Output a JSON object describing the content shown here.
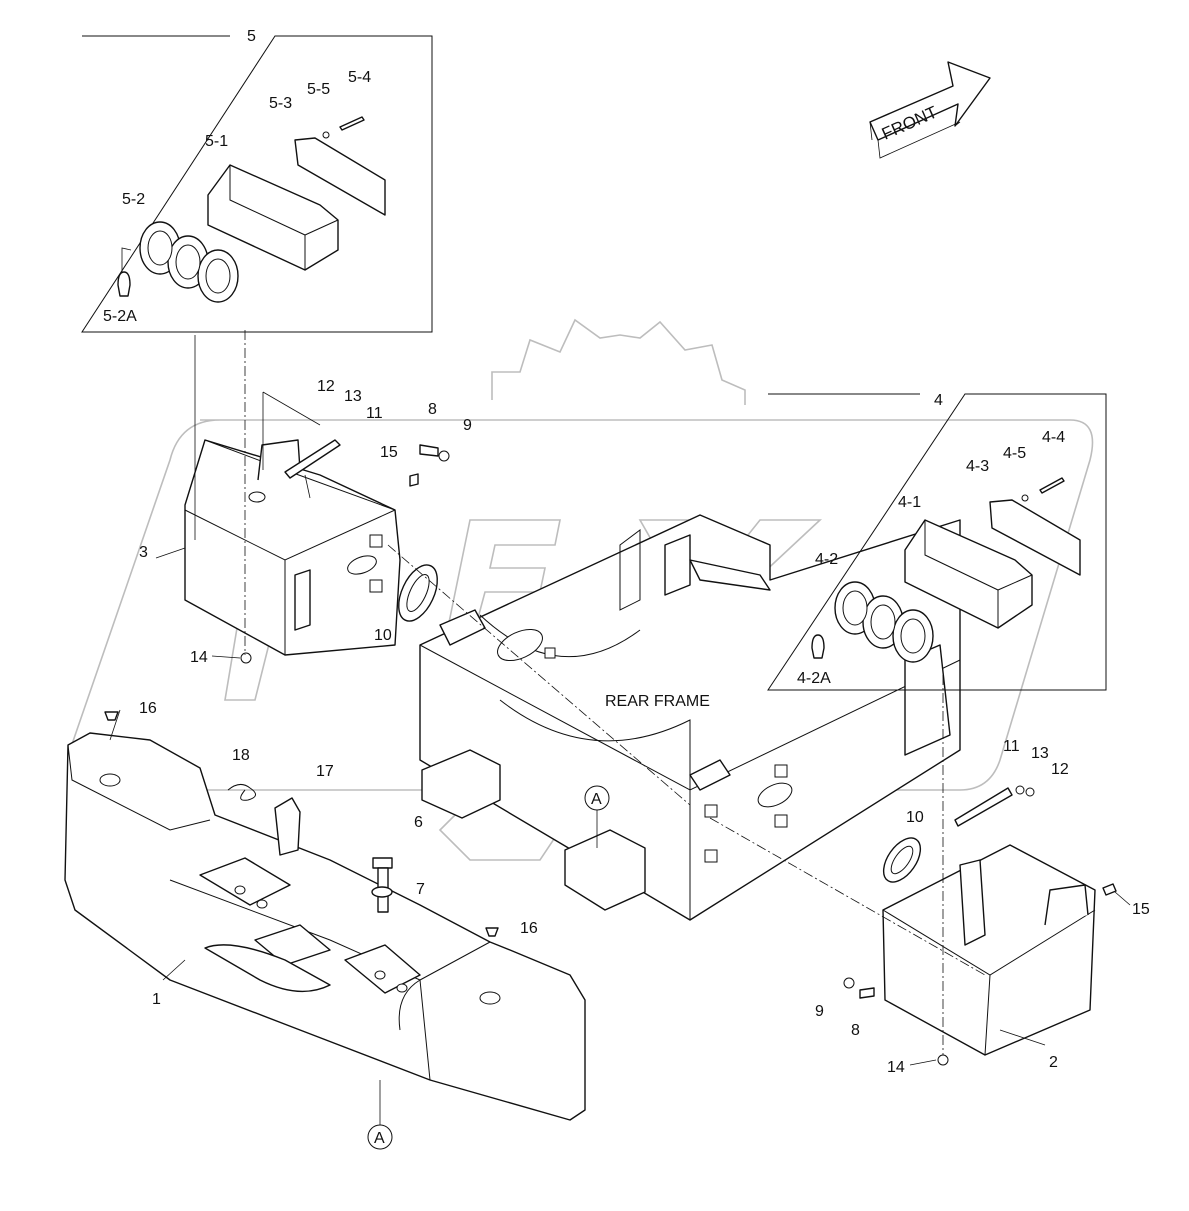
{
  "front_arrow_label": "FRONT",
  "rear_frame_label": "REAR FRAME",
  "callouts": {
    "c1": "1",
    "c2": "2",
    "c3": "3",
    "c4": "4",
    "c4_1": "4-1",
    "c4_2": "4-2",
    "c4_2A": "4-2A",
    "c4_3": "4-3",
    "c4_4": "4-4",
    "c4_5": "4-5",
    "c5": "5",
    "c5_1": "5-1",
    "c5_2": "5-2",
    "c5_2A": "5-2A",
    "c5_3": "5-3",
    "c5_4": "5-4",
    "c5_5": "5-5",
    "c6": "6",
    "c7": "7",
    "c8_left": "8",
    "c9_left": "9",
    "c8_right": "8",
    "c9_right": "9",
    "c10_left": "10",
    "c10_right": "10",
    "c11_left": "11",
    "c11_right": "11",
    "c12_left": "12",
    "c12_right": "12",
    "c13_left": "13",
    "c13_right": "13",
    "c14_left": "14",
    "c14_right": "14",
    "c15_left": "15",
    "c15_right": "15",
    "c16_a": "16",
    "c16_b": "16",
    "c17": "17",
    "c18": "18",
    "ref_a_frame": "A",
    "ref_a_weight": "A"
  }
}
